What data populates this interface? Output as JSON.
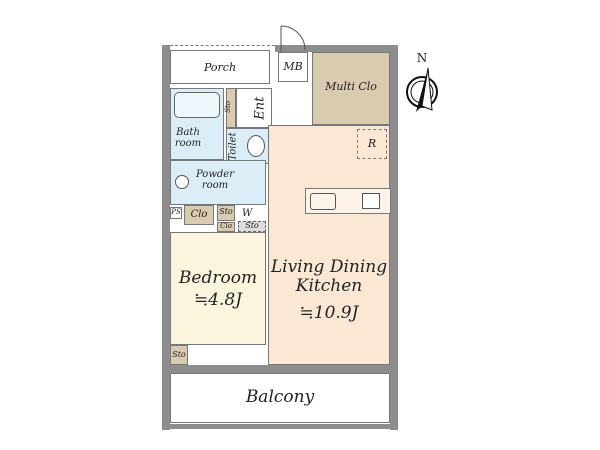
{
  "rooms": {
    "porch": "Porch",
    "mb": "MB",
    "multi_clo": "Multi Clo",
    "sto": "Sto",
    "ent": "Ent",
    "bath": "Bath room",
    "toilet": "Toilet",
    "powder": "Powder room",
    "r": "R",
    "ps": "PS",
    "clo": "Clo",
    "sto2": "Sto",
    "clo2": "Clo",
    "w": "W",
    "sto3": "Sto",
    "bedroom": "Bedroom",
    "bedroom_size": "≒4.8J",
    "ldk": "Living Dining Kitchen",
    "ldk_size": "≒10.9J",
    "sto4": "Sto",
    "balcony": "Balcony"
  },
  "compass": {
    "label": "N"
  },
  "colors": {
    "wall": "#8d8d8d",
    "wet": "#dbeef8",
    "storage": "#d9cbb0",
    "ldk": "#fbe8d4",
    "bedroom": "#fcf5dd"
  }
}
